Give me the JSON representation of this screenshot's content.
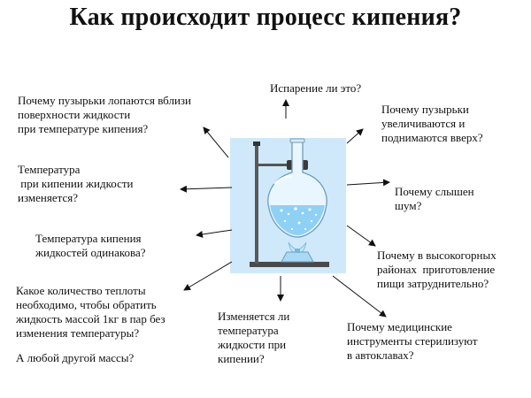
{
  "title": "Как происходит процесс кипения?",
  "questions": {
    "q1": "Почему пузырьки лопаются вблизи\nповерхности жидкости\nпри температуре кипения?",
    "q2": "Испарение ли это?",
    "q3": "Почему пузырьки\nувеличиваются и\nподнимаются вверх?",
    "q4": "Температура\n при кипении жидкости\nизменяется?",
    "q5": "Почему слышен\nшум?",
    "q6": "Температура кипения\nжидкостей одинакова?",
    "q7": "Почему в высокогорных\nрайонах  приготовление\nпищи затруднительно?",
    "q8": "Какое количество теплоты\nнеобходимо, чтобы обратить\nжидкость массой 1кг в пар без\nизменения температуры?",
    "q8b": "А любой другой массы?",
    "q9": "Изменяется ли\nтемпература\nжидкости при\nкипении?",
    "q10": "Почему медицинские\nинструменты стерилизуют\nв автоклавах?"
  },
  "colors": {
    "panel": "#cfe9fb",
    "liquid": "#8fd0f5",
    "flame": "#bfe6ff",
    "stand": "#4a4a4a"
  }
}
